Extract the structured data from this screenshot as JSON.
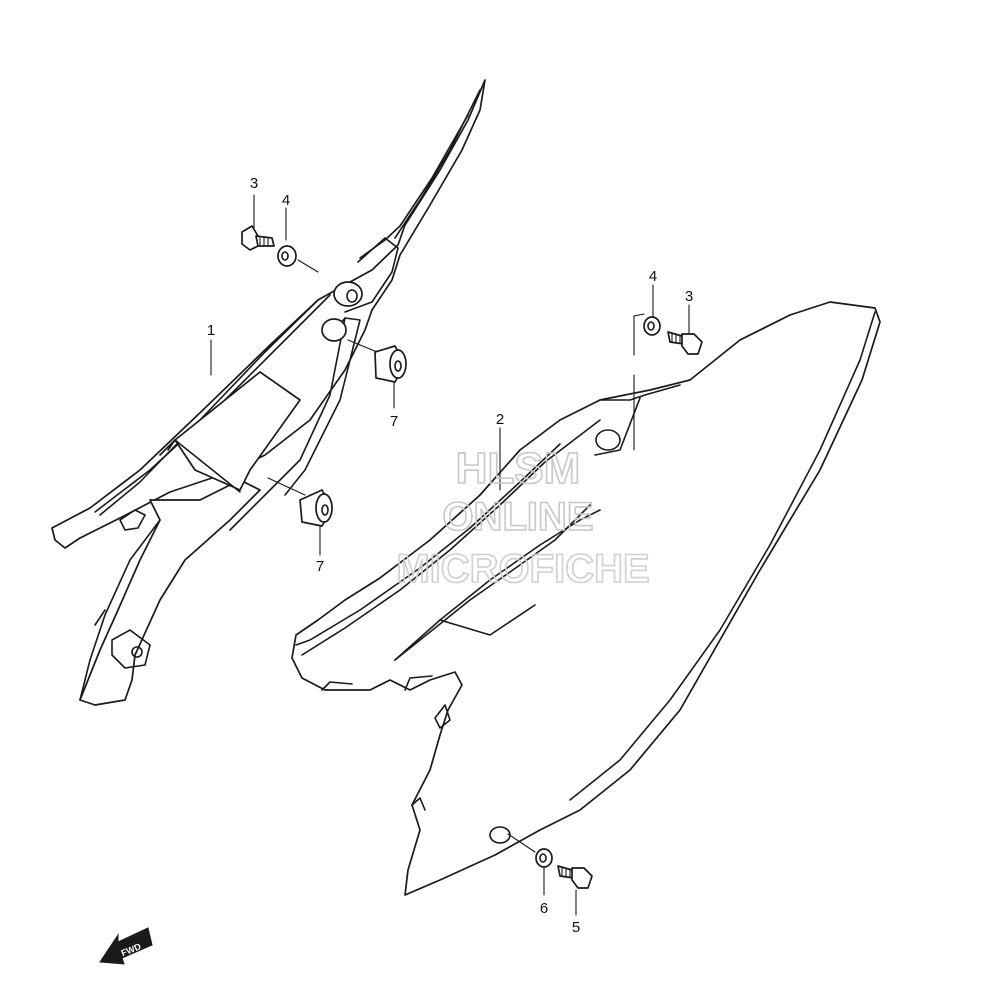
{
  "callouts": {
    "c1": "1",
    "c2": "2",
    "c3a": "3",
    "c3b": "3",
    "c4a": "4",
    "c4b": "4",
    "c5": "5",
    "c6": "6",
    "c7a": "7",
    "c7b": "7"
  },
  "watermark": {
    "line1": "HLSM",
    "line2": "ONLINE",
    "line3": "MICROFICHE"
  },
  "fwd_label": "FWD",
  "colors": {
    "line": "#1a1a1a",
    "watermark": "#c8c8c8",
    "background": "#ffffff"
  }
}
